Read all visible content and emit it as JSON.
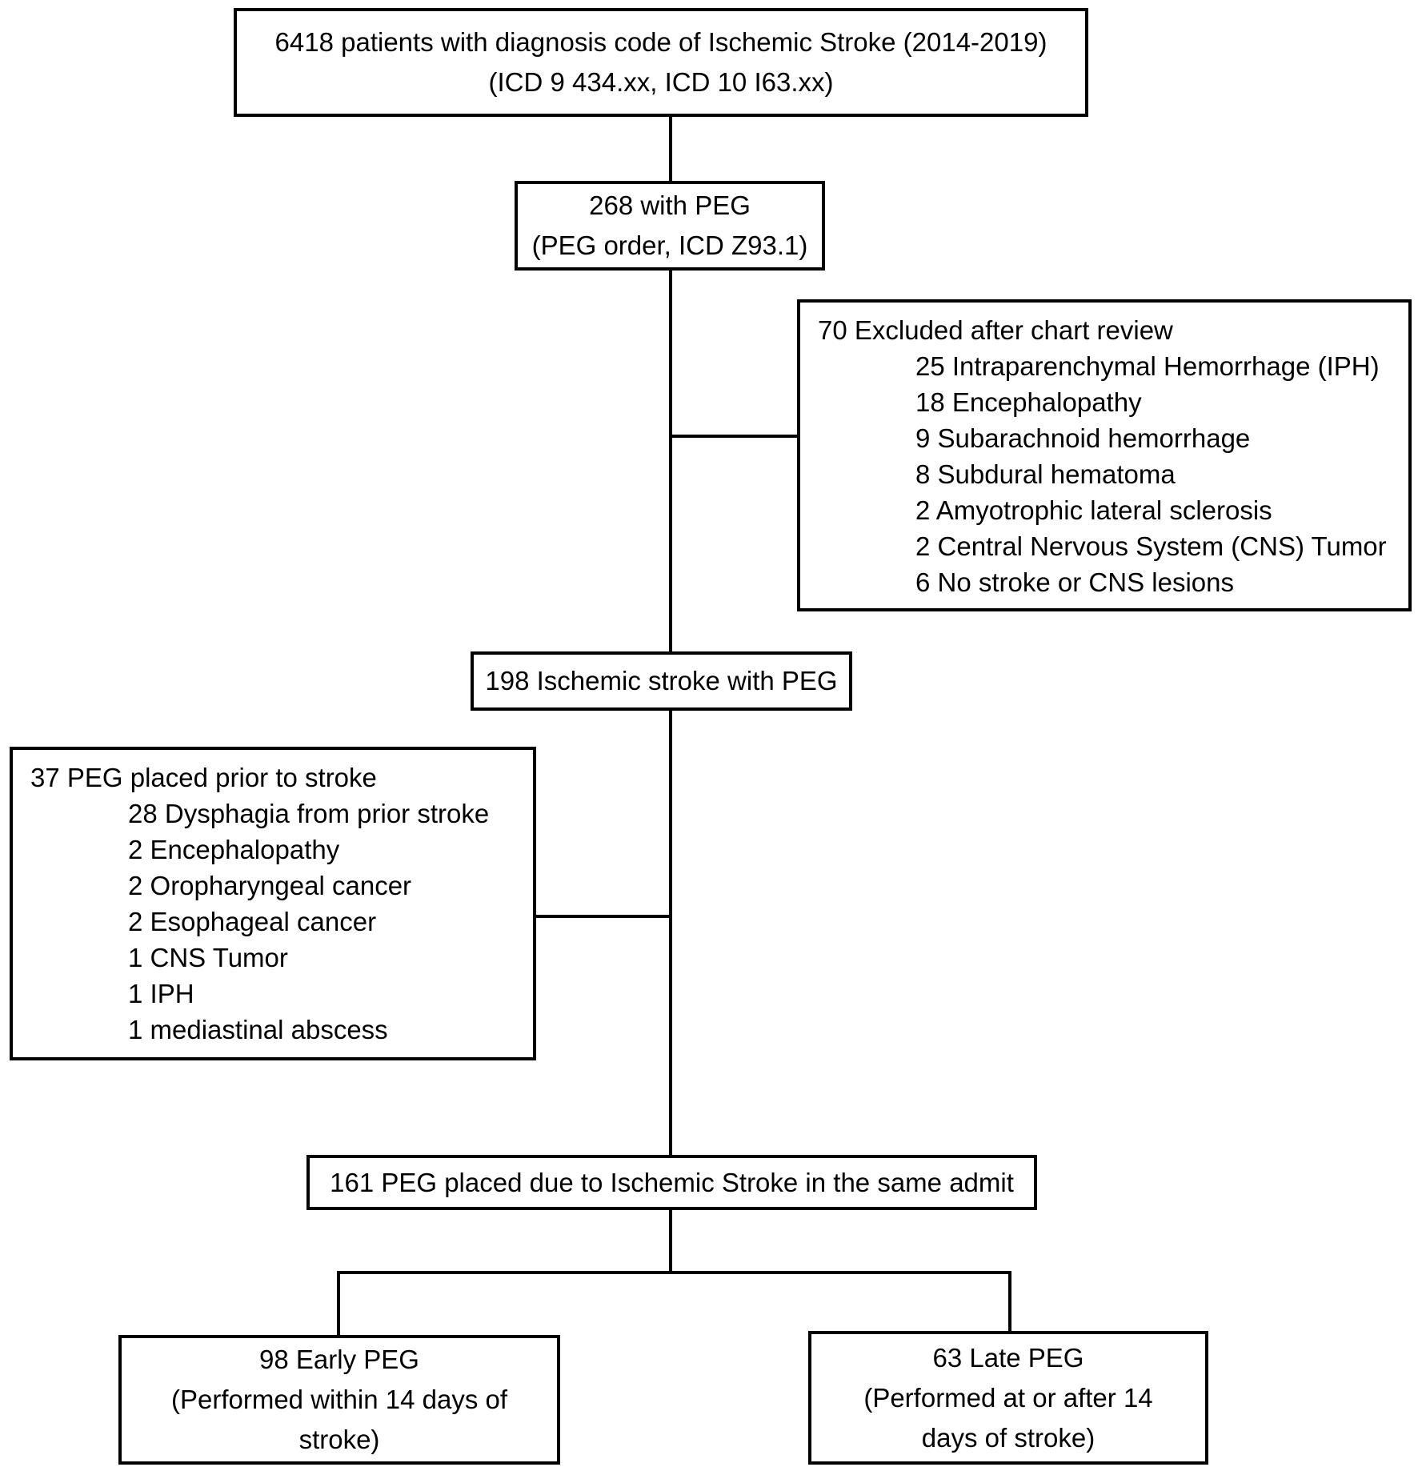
{
  "figure": {
    "background_color": "#ffffff",
    "line_color": "#000000",
    "nodes": {
      "initial": {
        "lines": [
          "6418 patients with diagnosis code of Ischemic Stroke (2014-2019)",
          "(ICD 9 434.xx,  ICD 10 I63.xx)"
        ]
      },
      "peg": {
        "lines": [
          "268 with PEG",
          "(PEG order, ICD Z93.1)"
        ]
      },
      "excluded": {
        "title": "70 Excluded after chart review",
        "items": [
          "25 Intraparenchymal Hemorrhage (IPH)",
          "18 Encephalopathy",
          "9 Subarachnoid hemorrhage",
          "8 Subdural hematoma",
          "2 Amyotrophic lateral sclerosis",
          "2 Central Nervous System (CNS) Tumor",
          "6 No stroke or CNS lesions"
        ]
      },
      "ischemic_peg": {
        "label": "198 Ischemic stroke with PEG"
      },
      "prior_peg": {
        "title": "37 PEG placed prior to stroke",
        "items": [
          "28 Dysphagia from prior stroke",
          "2 Encephalopathy",
          "2 Oropharyngeal cancer",
          "2 Esophageal cancer",
          "1 CNS Tumor",
          "1 IPH",
          "1 mediastinal abscess"
        ]
      },
      "same_admit": {
        "label": "161 PEG placed due to Ischemic Stroke in the same admit"
      },
      "early_peg": {
        "lines": [
          "98 Early PEG",
          "(Performed within 14 days of",
          "stroke)"
        ]
      },
      "late_peg": {
        "lines": [
          "63 Late PEG",
          "(Performed at or after 14",
          "days of stroke)"
        ]
      }
    }
  }
}
